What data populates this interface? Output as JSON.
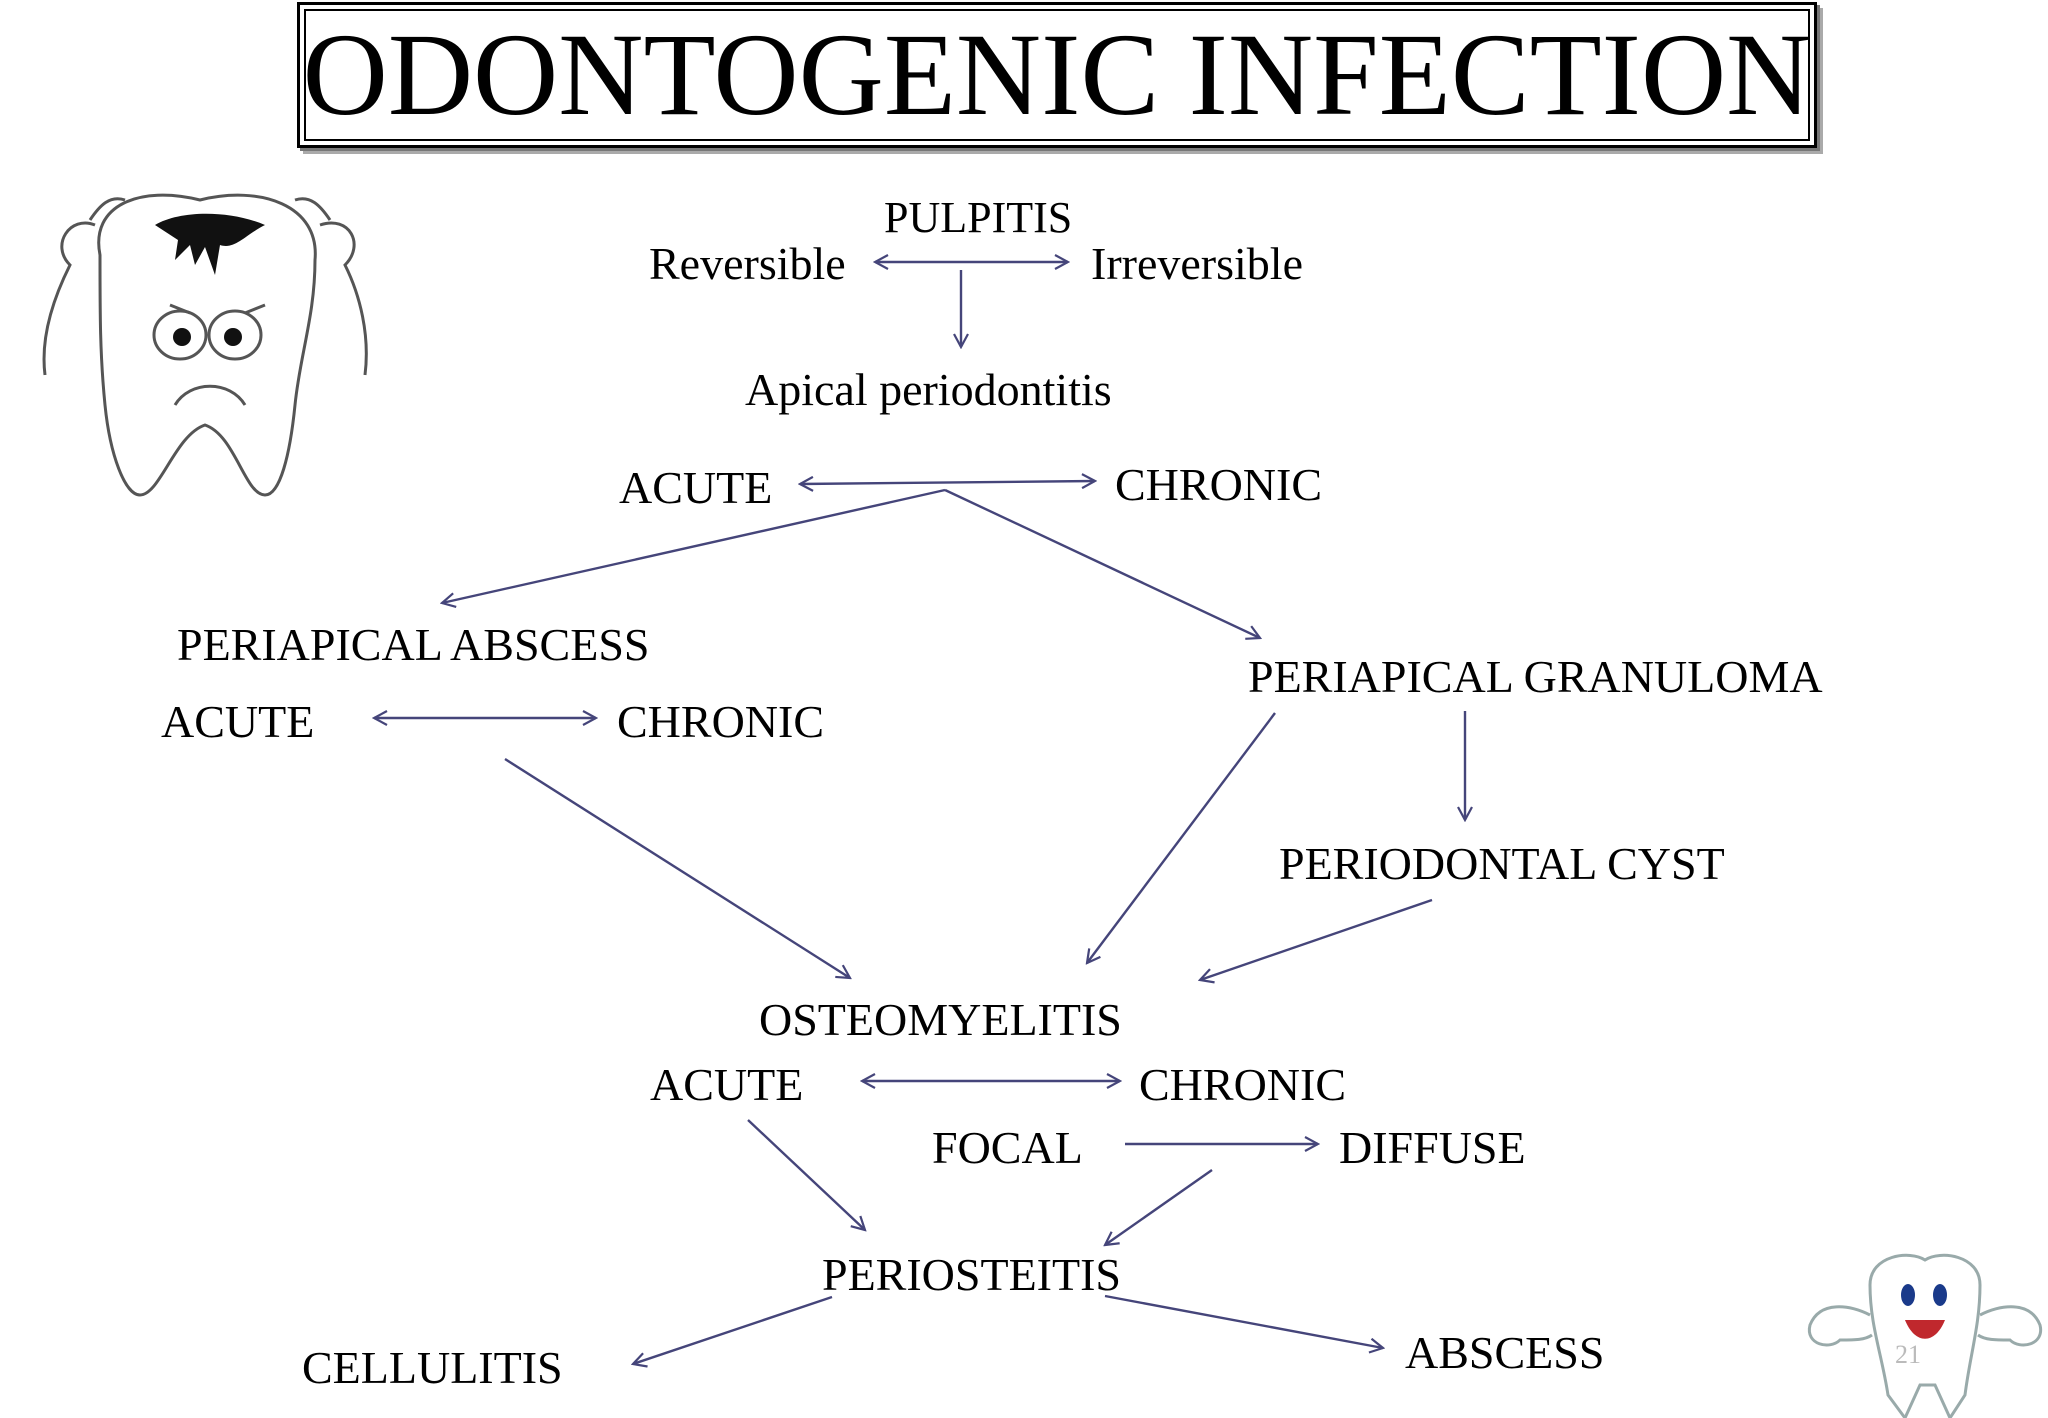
{
  "title": "ODONTOGENIC INFECTION",
  "nodes": {
    "pulpitis": "PULPITIS",
    "reversible": "Reversible",
    "irreversible": "Irreversible",
    "apical_periodontitis": "Apical periodontitis",
    "acute_1": "ACUTE",
    "chronic_1": "CHRONIC",
    "periapical_abscess": "PERIAPICAL ABSCESS",
    "acute_2": "ACUTE",
    "chronic_2": "CHRONIC",
    "periapical_granuloma": "PERIAPICAL GRANULOMA",
    "periodontal_cyst": "PERIODONTAL CYST",
    "osteomyelitis": "OSTEOMYELITIS",
    "acute_3": "ACUTE",
    "chronic_3": "CHRONIC",
    "focal": "FOCAL",
    "diffuse": "DIFFUSE",
    "periosteitis": "PERIOSTEITIS",
    "cellulitis": "CELLULITIS",
    "abscess": "ABSCESS"
  },
  "slide_number": "21",
  "colors": {
    "arrow": "#45457a",
    "text": "#000000"
  },
  "icons": {
    "worried_tooth": "worried-tooth-icon",
    "strong_tooth": "strong-tooth-icon"
  }
}
